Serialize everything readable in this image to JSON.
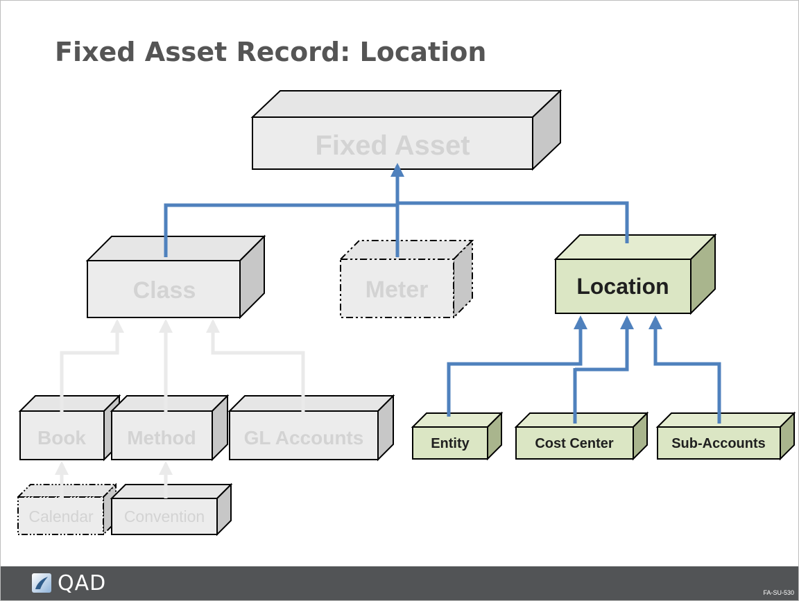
{
  "title": "Fixed Asset Record: Location",
  "footer": {
    "brand": "QAD",
    "code": "FA-SU-530"
  },
  "colors": {
    "grey_face": "#ececec",
    "grey_top": "#e6e6e6",
    "grey_side": "#c7c7c7",
    "grey_text": "#d3d3d3",
    "green_face": "#dbe6c4",
    "green_top": "#e4ecd0",
    "green_side": "#a9b58d",
    "green_text": "#1f1f1f",
    "connector_blue": "#4f81bd",
    "connector_grey": "#eaeaea",
    "footer": "#525456"
  },
  "nodes": {
    "fixed_asset": "Fixed Asset",
    "class": "Class",
    "meter": "Meter",
    "location": "Location",
    "book": "Book",
    "method": "Method",
    "gl_accounts": "GL Accounts",
    "calendar": "Calendar",
    "convention": "Convention",
    "entity": "Entity",
    "cost_center": "Cost Center",
    "sub_accounts": "Sub-Accounts"
  }
}
